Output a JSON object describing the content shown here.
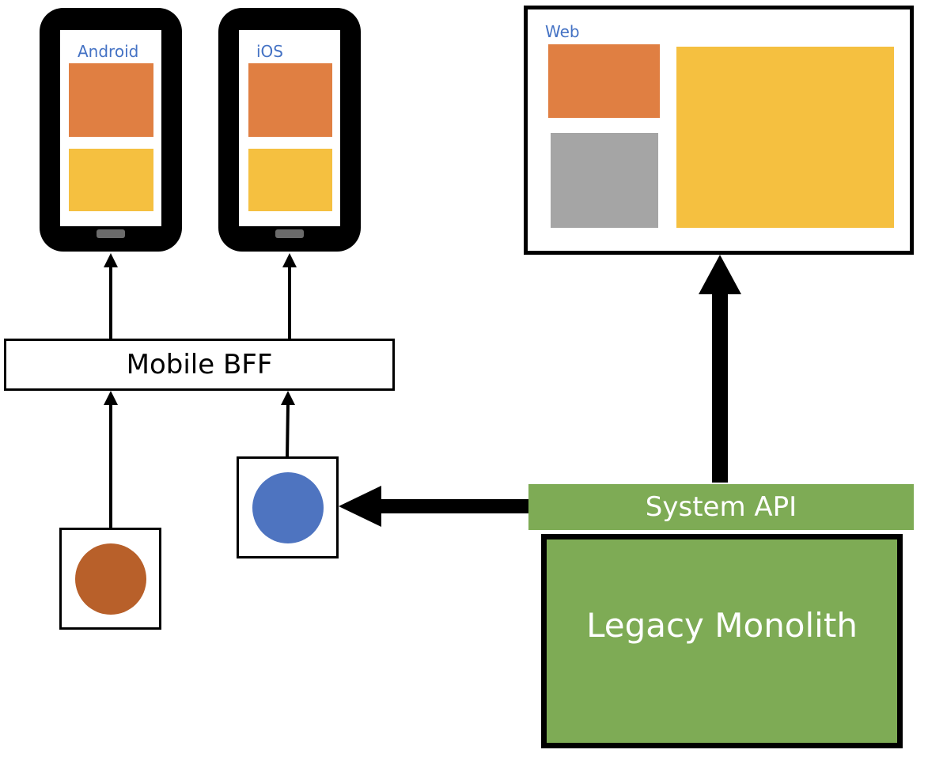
{
  "devices": {
    "android": {
      "label": "Android"
    },
    "ios": {
      "label": "iOS"
    },
    "web": {
      "label": "Web"
    }
  },
  "components": {
    "mobile_bff": "Mobile BFF",
    "system_api": "System API",
    "legacy_monolith": "Legacy Monolith"
  },
  "colors": {
    "orange": "#e07f42",
    "yellow": "#f5c040",
    "gray": "#a5a5a5",
    "green": "#7eab55",
    "label_blue": "#4472c4",
    "service_brown": "#b8602a",
    "service_blue": "#4e74c0"
  }
}
